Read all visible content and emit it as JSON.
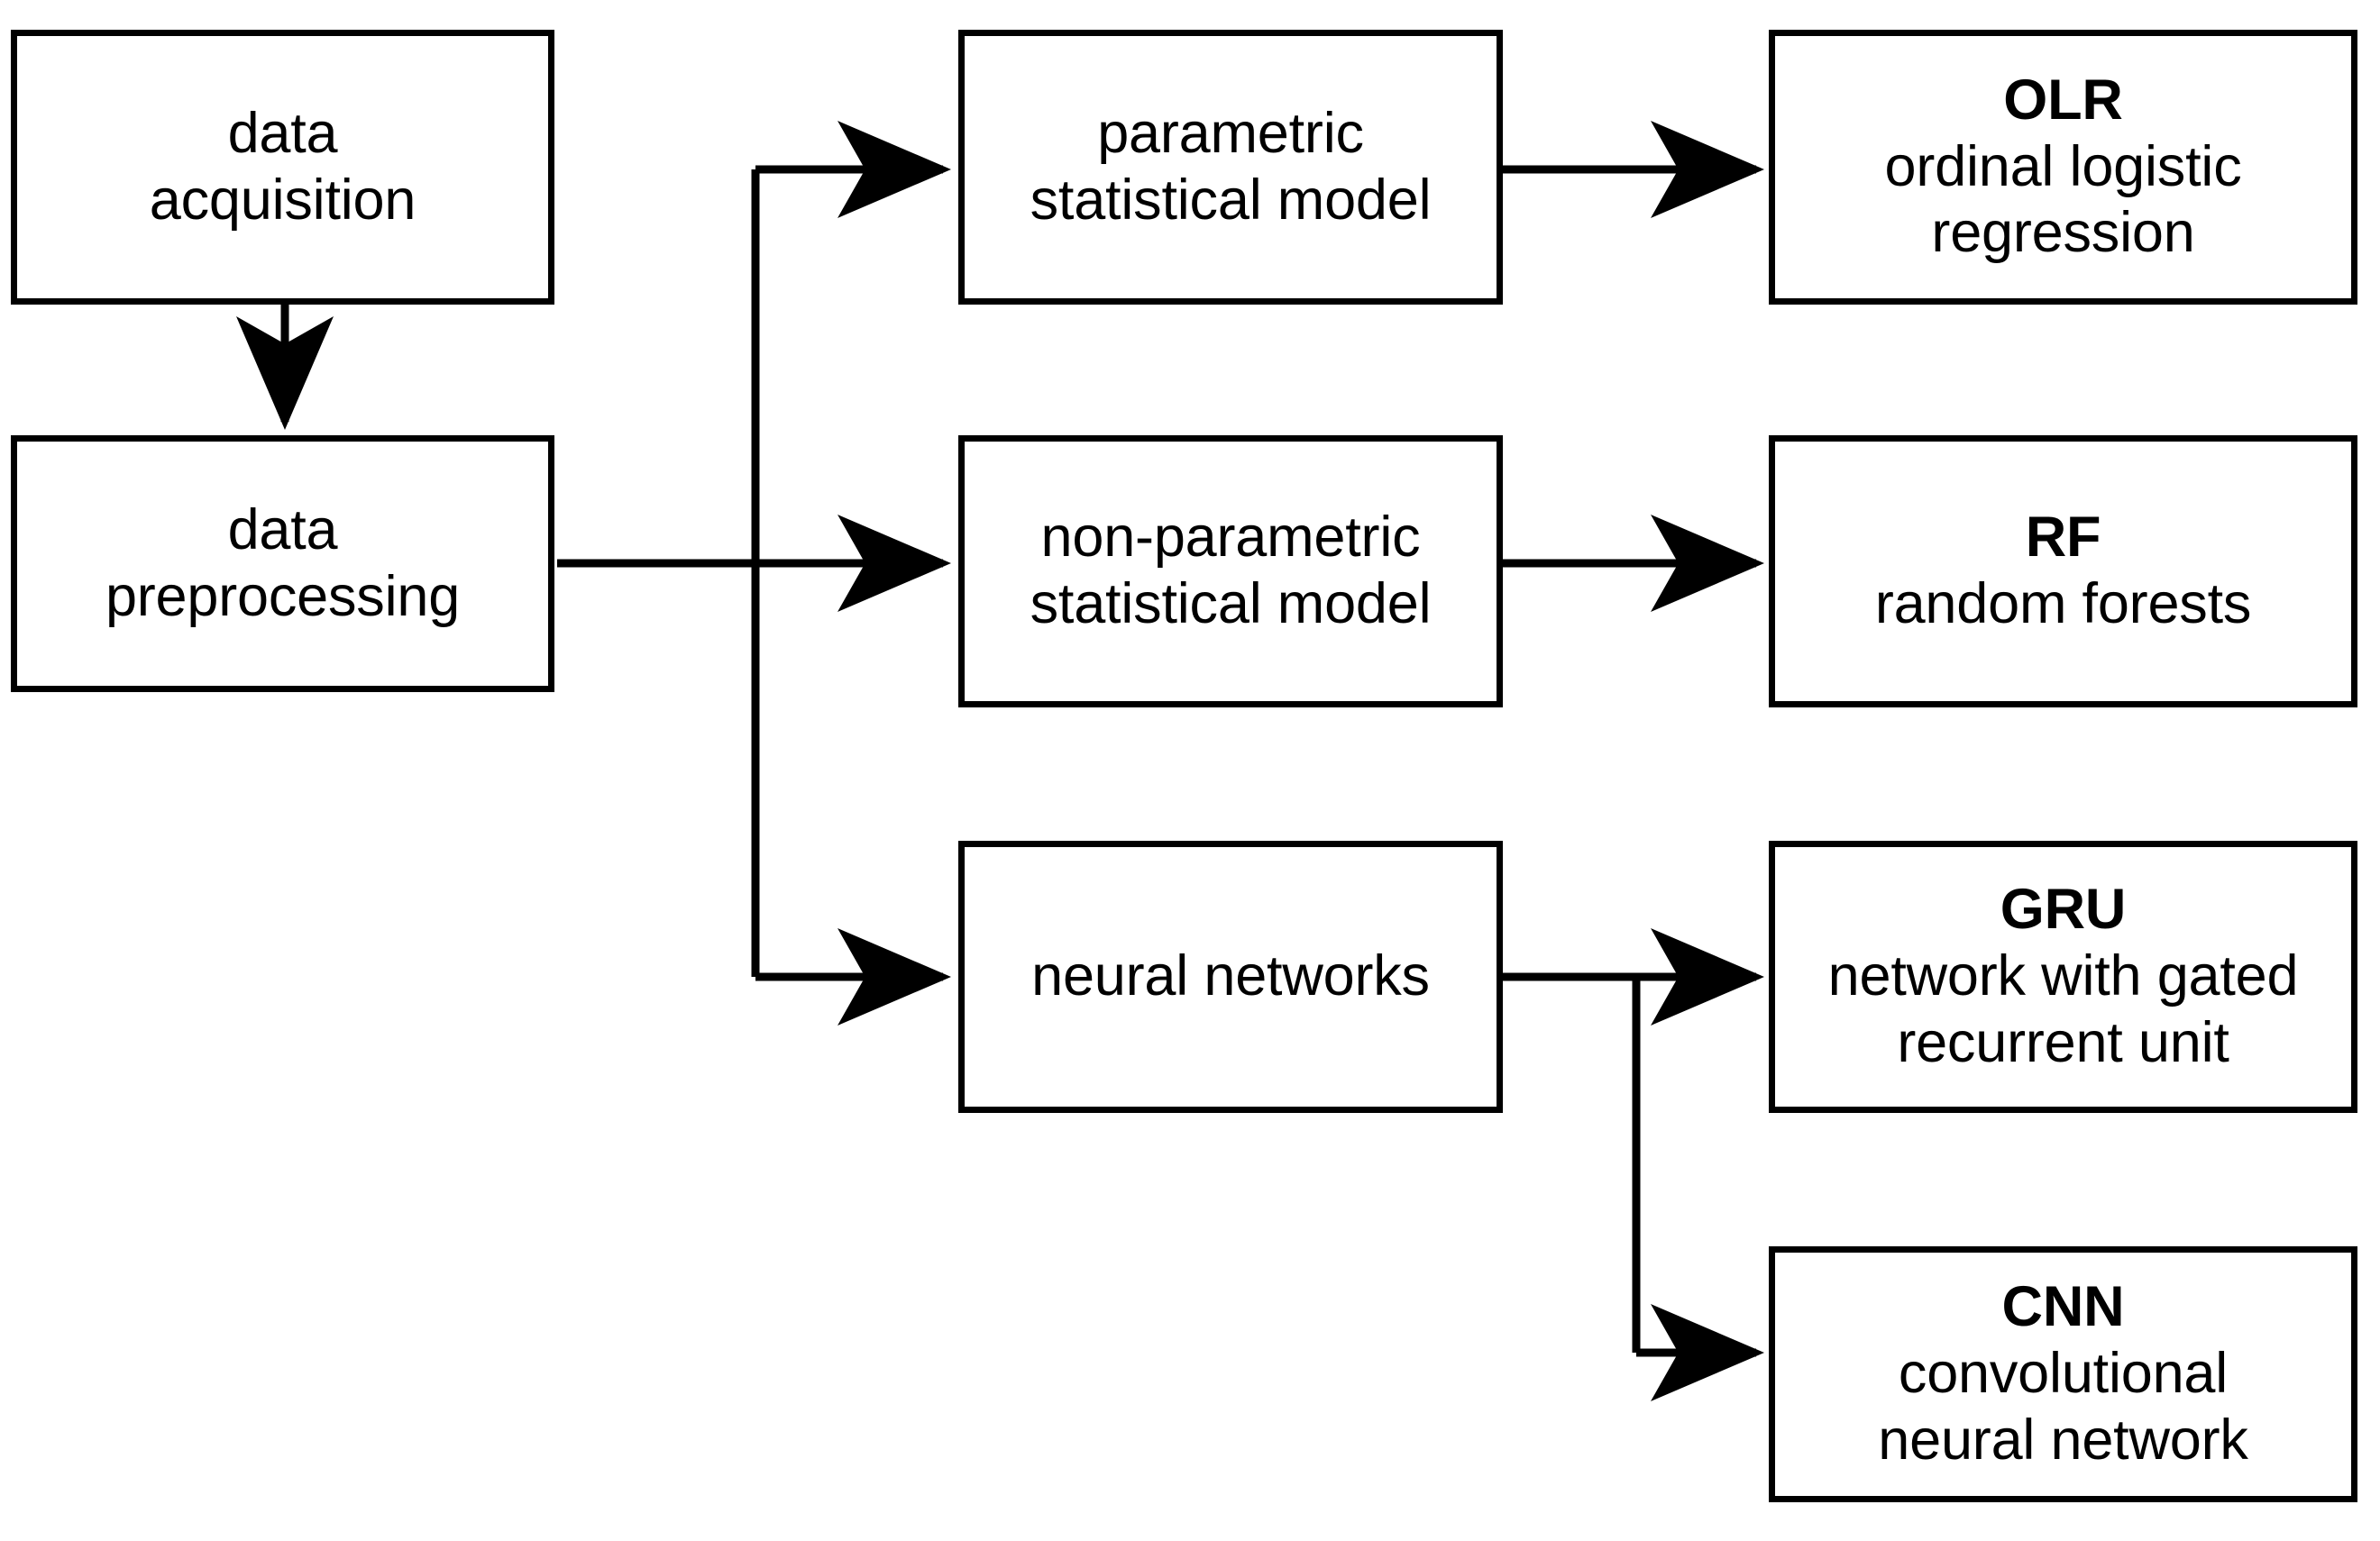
{
  "diagram": {
    "title": "machine learning pipeline flowchart",
    "background_color": "#ffffff",
    "stroke_color": "#000000",
    "text_color": "#000000",
    "nodes": [
      {
        "id": "data-acquisition",
        "lines": [
          {
            "text": "data",
            "bold": false
          },
          {
            "text": "acquisition",
            "bold": false
          }
        ]
      },
      {
        "id": "data-preprocessing",
        "lines": [
          {
            "text": "data",
            "bold": false
          },
          {
            "text": "preprocessing",
            "bold": false
          }
        ]
      },
      {
        "id": "parametric-statistical-model",
        "lines": [
          {
            "text": "parametric",
            "bold": false
          },
          {
            "text": "statistical model",
            "bold": false
          }
        ]
      },
      {
        "id": "non-parametric-statistical-model",
        "lines": [
          {
            "text": "non-parametric",
            "bold": false
          },
          {
            "text": "statistical model",
            "bold": false
          }
        ]
      },
      {
        "id": "neural-networks",
        "lines": [
          {
            "text": "neural networks",
            "bold": false
          }
        ]
      },
      {
        "id": "olr",
        "lines": [
          {
            "text": "OLR",
            "bold": true
          },
          {
            "text": "ordinal logistic",
            "bold": false
          },
          {
            "text": "regression",
            "bold": false
          }
        ]
      },
      {
        "id": "rf",
        "lines": [
          {
            "text": "RF",
            "bold": true
          },
          {
            "text": "random forests",
            "bold": false
          }
        ]
      },
      {
        "id": "gru",
        "lines": [
          {
            "text": "GRU",
            "bold": true
          },
          {
            "text": "network with gated",
            "bold": false
          },
          {
            "text": "recurrent unit",
            "bold": false
          }
        ]
      },
      {
        "id": "cnn",
        "lines": [
          {
            "text": "CNN",
            "bold": true
          },
          {
            "text": "convolutional",
            "bold": false
          },
          {
            "text": "neural network",
            "bold": false
          }
        ]
      }
    ],
    "edges": [
      {
        "id": "acquisition-to-preprocessing",
        "from": "data-acquisition",
        "to": "data-preprocessing"
      },
      {
        "id": "preprocessing-to-parametric",
        "from": "data-preprocessing",
        "to": "parametric-statistical-model"
      },
      {
        "id": "preprocessing-to-non-parametric",
        "from": "data-preprocessing",
        "to": "non-parametric-statistical-model"
      },
      {
        "id": "preprocessing-to-neural-networks",
        "from": "data-preprocessing",
        "to": "neural-networks"
      },
      {
        "id": "parametric-to-olr",
        "from": "parametric-statistical-model",
        "to": "olr"
      },
      {
        "id": "non-parametric-to-rf",
        "from": "non-parametric-statistical-model",
        "to": "rf"
      },
      {
        "id": "neural-networks-to-gru",
        "from": "neural-networks",
        "to": "gru"
      },
      {
        "id": "neural-networks-to-cnn",
        "from": "neural-networks",
        "to": "cnn"
      }
    ]
  }
}
